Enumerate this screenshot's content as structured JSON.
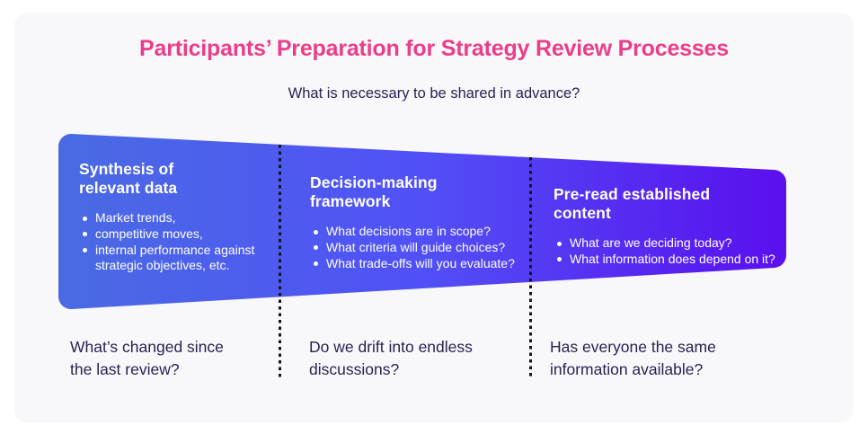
{
  "page": {
    "title": "Participants’ Preparation for Strategy Review Processes",
    "subtitle": "What is necessary to be shared in advance?"
  },
  "colors": {
    "title_pink": "#EA3E88",
    "body_navy": "#2A2250",
    "panel_background": "#F8F8FB",
    "funnel_gradient_start": "#4A6AE4",
    "funnel_gradient_mid": "#5150F6",
    "funnel_gradient_end": "#5A11EE",
    "funnel_text": "#FFFFFF",
    "dotted_divider": "#16131F"
  },
  "columns": [
    {
      "heading": "Synthesis of\nrelevant data",
      "bullets": [
        "Market trends,",
        "competitive moves,",
        "internal performance against strategic objectives, etc."
      ],
      "question": "What’s changed since\nthe last review?"
    },
    {
      "heading": "Decision-making\nframework",
      "bullets": [
        "What decisions are in scope?",
        "What criteria will guide choices?",
        "What trade-offs will you evaluate?"
      ],
      "question": "Do we drift into endless\ndiscussions?"
    },
    {
      "heading": "Pre-read established\ncontent",
      "bullets": [
        "What are we deciding today?",
        "What information does depend on it?"
      ],
      "question": "Has everyone the same\ninformation available?"
    }
  ]
}
